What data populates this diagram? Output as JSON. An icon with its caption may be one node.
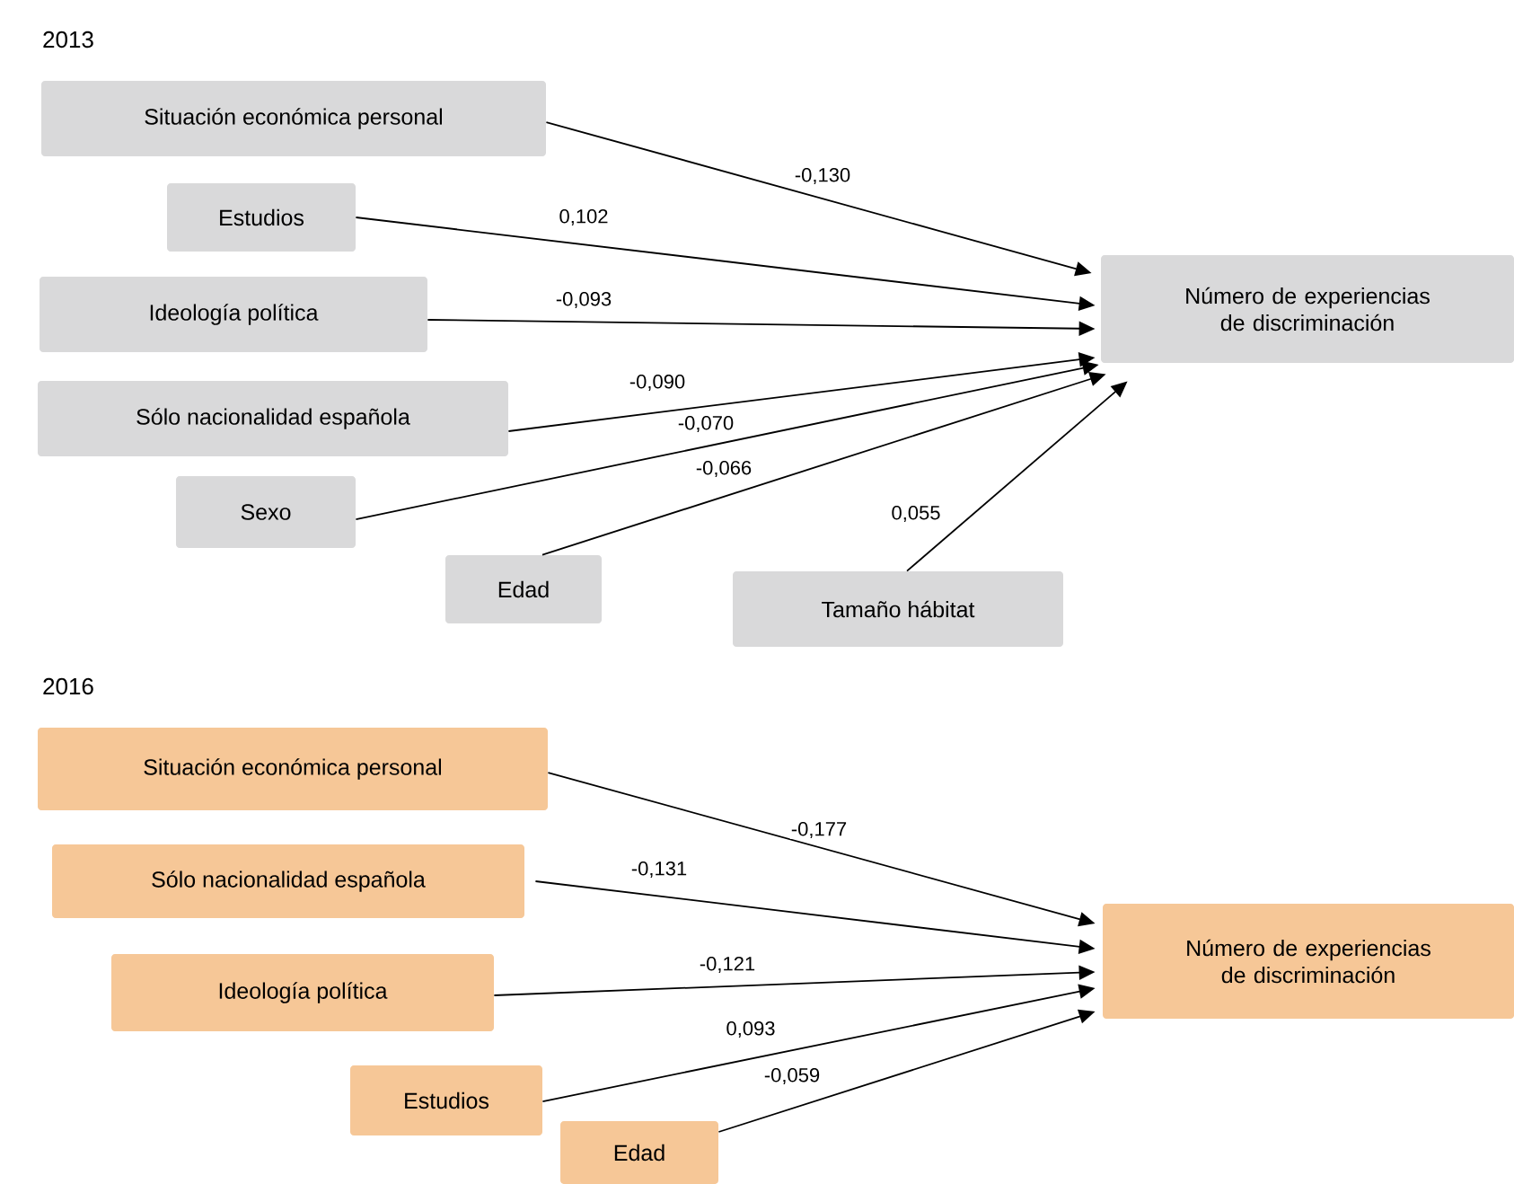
{
  "diagram": {
    "nodes": [
      {
        "text": [
          "Situación económica personal"
        ]
      },
      {
        "text": [
          "Estudios"
        ]
      },
      {
        "text": [
          "Ideología política"
        ]
      },
      {
        "text": [
          "Sólo nacionalidad española"
        ]
      },
      {
        "text": [
          "Sexo"
        ]
      },
      {
        "text": [
          "Edad"
        ]
      },
      {
        "text": [
          "Tamaño hábitat"
        ]
      },
      {
        "text": [
          "Número de experiencias de discriminación"
        ]
      },
      {
        "text": [
          "Situación económica personal"
        ]
      },
      {
        "text": [
          "Sólo nacionalidad española"
        ]
      },
      {
        "text": [
          "Ideología política"
        ]
      },
      {
        "text": [
          "Estudios"
        ]
      },
      {
        "text": [
          "Edad"
        ]
      },
      {
        "text": [
          "Número de experiencias de discriminación"
        ]
      }
    ],
    "edges": [
      {
        "from": 0,
        "to": 7,
        "arrow": "to",
        "label": "-0,130"
      },
      {
        "from": 1,
        "to": 7,
        "arrow": "to",
        "label": "0,102"
      },
      {
        "from": 2,
        "to": 7,
        "arrow": "to",
        "label": "-0,093"
      },
      {
        "from": 3,
        "to": 7,
        "arrow": "to",
        "label": "-0,090"
      },
      {
        "from": 4,
        "to": 7,
        "arrow": "to",
        "label": "-0,070"
      },
      {
        "from": 5,
        "to": 7,
        "arrow": "to",
        "label": "-0,066"
      },
      {
        "from": 6,
        "to": 7,
        "arrow": "to",
        "label": "0,055"
      },
      {
        "from": 8,
        "to": 13,
        "arrow": "to",
        "label": "-0,177"
      },
      {
        "from": 9,
        "to": 13,
        "arrow": "to",
        "label": "-0,131"
      },
      {
        "from": 10,
        "to": 13,
        "arrow": "to",
        "label": "-0,121"
      },
      {
        "from": 11,
        "to": 13,
        "arrow": "to",
        "label": "0,093"
      },
      {
        "from": 12,
        "to": 13,
        "arrow": "to",
        "label": "-0,059"
      }
    ],
    "labels": [
      "2013",
      "2016"
    ]
  }
}
